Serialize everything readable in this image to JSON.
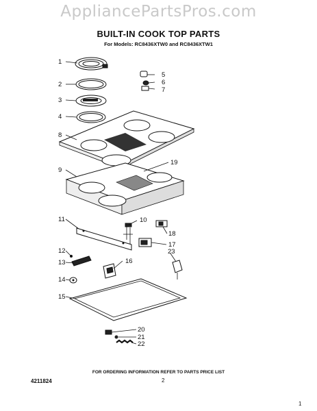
{
  "watermark": "AppliancePartsPros.com",
  "title": "BUILT-IN COOK TOP PARTS",
  "subtitle": "For Models: RC8436XTW0 and RC8436XTW1",
  "footer_note": "FOR ORDERING INFORMATION REFER TO PARTS PRICE LIST",
  "document_number": "4211824",
  "page_number": "2",
  "corner_number": "1",
  "callouts": [
    "1",
    "2",
    "3",
    "4",
    "5",
    "6",
    "7",
    "8",
    "9",
    "10",
    "11",
    "12",
    "13",
    "14",
    "15",
    "16",
    "17",
    "18",
    "19",
    "20",
    "21",
    "22",
    "23"
  ]
}
